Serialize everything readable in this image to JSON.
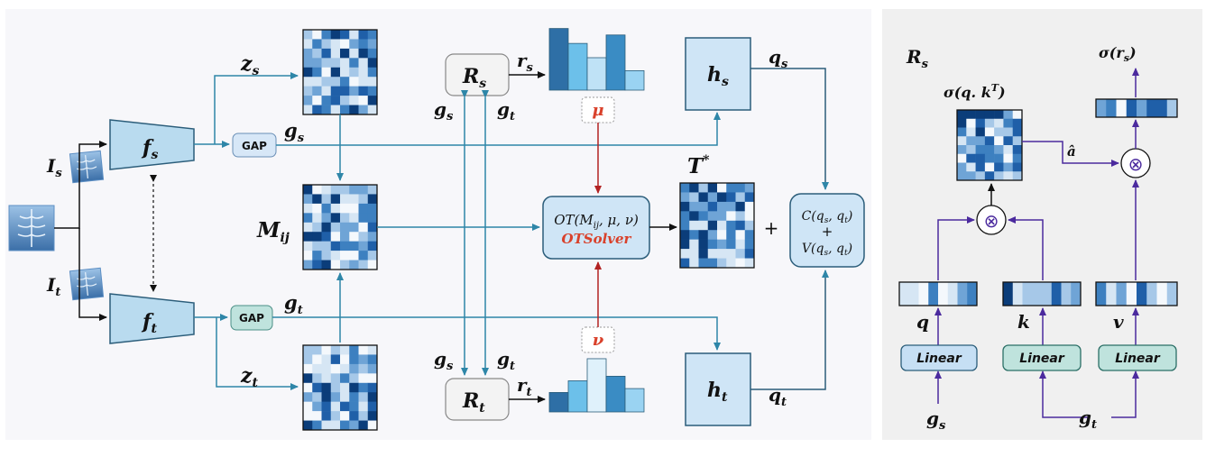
{
  "labels": {
    "I_s": "I",
    "I_s_sub": "s",
    "I_t": "I",
    "I_t_sub": "t",
    "f_s": "f",
    "f_s_sub": "s",
    "f_t": "f",
    "f_t_sub": "t",
    "gap": "GAP",
    "z_s": "z",
    "z_s_sub": "s",
    "z_t": "z",
    "z_t_sub": "t",
    "g_s": "g",
    "g_s_sub": "s",
    "g_t": "g",
    "g_t_sub": "t",
    "M_ij": "M",
    "M_ij_sub": "ij",
    "R_s": "R",
    "R_s_sub": "s",
    "R_t": "R",
    "R_t_sub": "t",
    "r_s": "r",
    "r_s_sub": "s",
    "r_t": "r",
    "r_t_sub": "t",
    "mu": "μ",
    "nu": "ν",
    "ot_line1": "OT(M",
    "ot_line1_sub": "ij",
    "ot_line1_rest": ", μ, ν)",
    "ot_solver": "OTSolver",
    "T_star": "T",
    "T_star_sup": "*",
    "h_s": "h",
    "h_s_sub": "s",
    "h_t": "h",
    "h_t_sub": "t",
    "q_s": "q",
    "q_s_sub": "s",
    "q_t": "q",
    "q_t_sub": "t",
    "plus": "+",
    "loss_c": "C(q",
    "loss_c_rest": ", q",
    "loss_c_end": ")",
    "loss_plus": "+",
    "loss_v": "V(q",
    "loss_v_rest": ", q",
    "loss_v_end": ")",
    "loss_sub_s": "s",
    "loss_sub_t": "t"
  },
  "panel": {
    "title": "R",
    "title_sub": "s",
    "sigma_rs": "σ(r",
    "sigma_rs_sub": "s",
    "sigma_rs_end": ")",
    "sigma_qk": "σ(q. k",
    "sigma_qk_sup": "T",
    "sigma_qk_end": ")",
    "a_hat": "â",
    "q": "q",
    "k": "k",
    "v": "v",
    "linear": "Linear",
    "g_s": "g",
    "g_s_sub": "s",
    "g_t": "g",
    "g_t_sub": "t",
    "otimes": "⊗"
  },
  "colors": {
    "teal_arrow": "#2e86a8",
    "red_arrow": "#b22222",
    "purple_arrow": "#4b2a9e",
    "encoder_fill": "#b9dbef",
    "box_fill": "#cfe5f6",
    "panel_bg": "#f2f2f2",
    "left_bg": "#f7f7fa"
  },
  "histograms": {
    "r_s": [
      0.95,
      0.72,
      0.5,
      0.85,
      0.3
    ],
    "r_t": [
      0.3,
      0.48,
      0.82,
      0.55,
      0.36
    ]
  }
}
